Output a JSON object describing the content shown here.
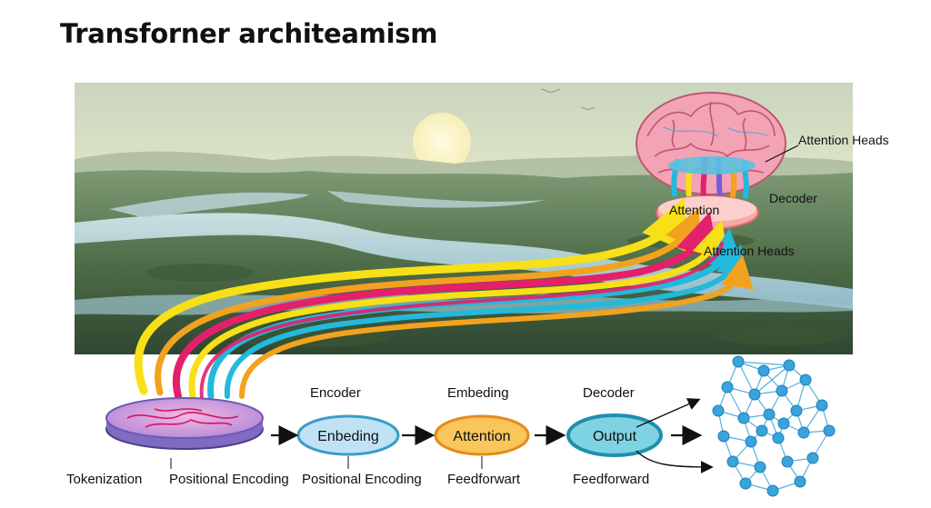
{
  "title": "Transforner architeamism",
  "labels": {
    "attention_heads_top": "Attention Heads",
    "decoder_top": "Decoder",
    "attention_pill": "Attention",
    "attention_heads_mid": "Attention Heads",
    "encoder": "Encoder",
    "embeding_top": "Embeding",
    "decoder_bottom": "Decoder",
    "embeding_node": "Enbeding",
    "attention_node": "Attention",
    "output_node": "Output",
    "tokenization": "Tokenization",
    "positional_encoding_1": "Positional Encoding",
    "positional_encoding_2": "Positional Encoding",
    "feedforwart": "Feedforwart",
    "feedforward": "Feedforward"
  },
  "colors": {
    "embeding_node_fill": "#bfe3f4",
    "embeding_node_stroke": "#3a9cc7",
    "attention_node_fill": "#f8c65a",
    "attention_node_stroke": "#e58a1f",
    "output_node_fill": "#7ed3e3",
    "output_node_stroke": "#1f8fae",
    "stream_yellow": "#f7e017",
    "stream_orange": "#f2a21e",
    "stream_magenta": "#e3206b",
    "stream_cyan": "#23b9dc",
    "network_node": "#3aa3dc"
  }
}
